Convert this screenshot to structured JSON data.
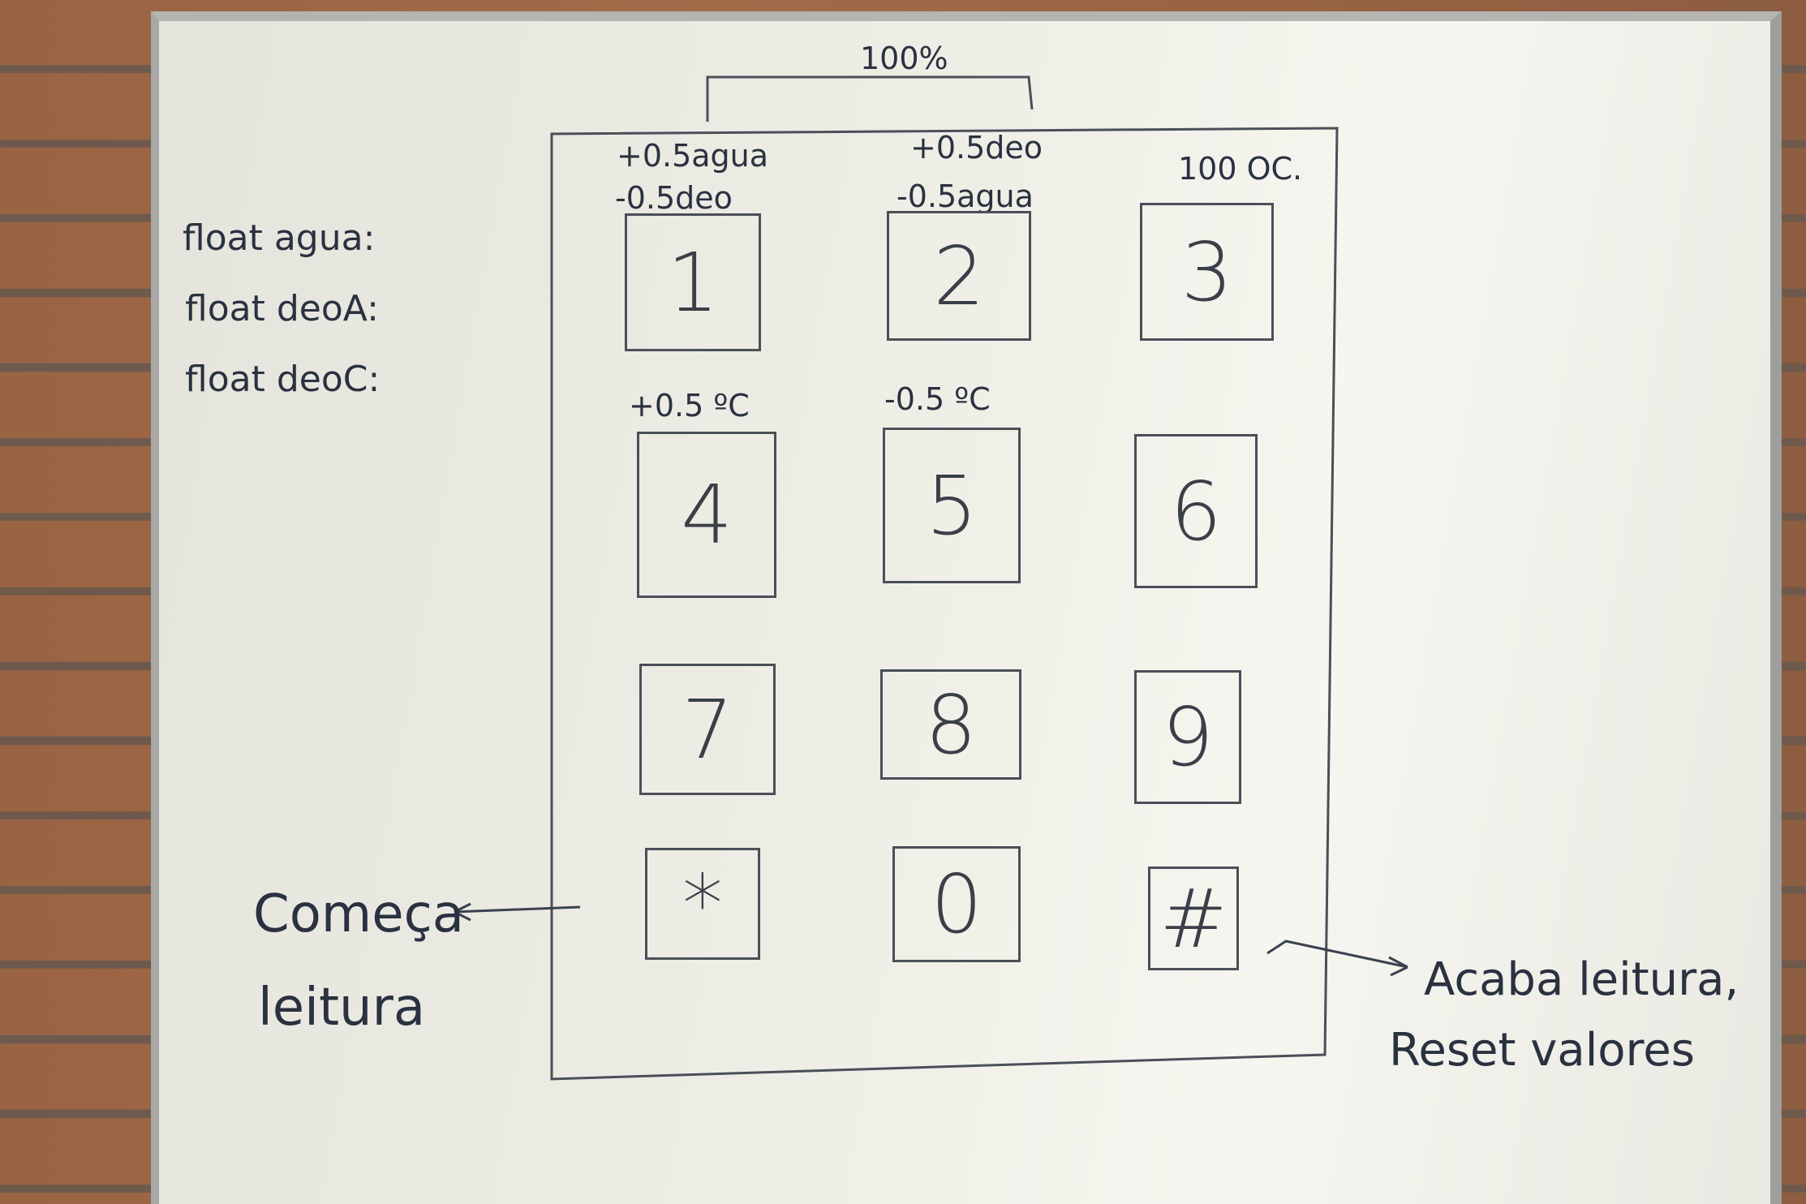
{
  "header_label": "100%",
  "variables": [
    {
      "text": "float agua:"
    },
    {
      "text": "float deoA:"
    },
    {
      "text": "float deoC:"
    }
  ],
  "key_annotations": {
    "k1_line1": "+0.5agua",
    "k1_line2": "-0.5deo",
    "k2_line1": "+0.5deo",
    "k2_line2": "-0.5agua",
    "k3": "100 OC.",
    "k4": "+0.5 ºC",
    "k5": "-0.5 ºC"
  },
  "keys": [
    "1",
    "2",
    "3",
    "4",
    "5",
    "6",
    "7",
    "8",
    "9",
    "*",
    "0",
    "#"
  ],
  "left_note": {
    "line1": "Começa",
    "line2": "leitura"
  },
  "right_note": {
    "line1": "Acaba leitura,",
    "line2": "Reset valores"
  },
  "colors": {
    "ink": "#2a3140",
    "board": "#eeeee6",
    "brick": "#a36a48"
  }
}
